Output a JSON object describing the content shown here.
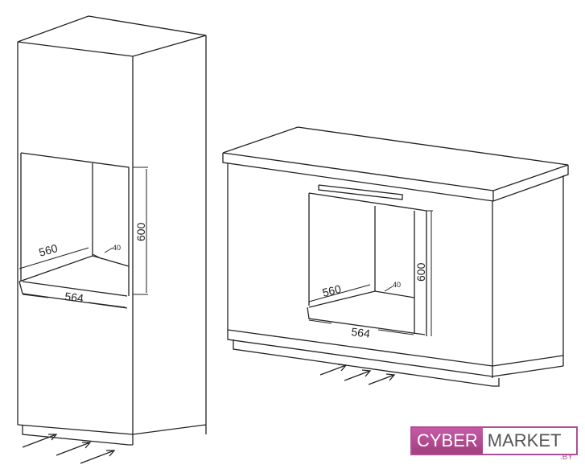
{
  "left_cabinet": {
    "width_inner": "560",
    "width_outer": "564",
    "height": "600",
    "gap": "40"
  },
  "right_cabinet": {
    "width_inner": "560",
    "width_outer": "564",
    "height": "600",
    "gap": "40"
  },
  "logo": {
    "part1": "CYBER",
    "part2": "MARKET",
    "suffix": ".BY"
  }
}
